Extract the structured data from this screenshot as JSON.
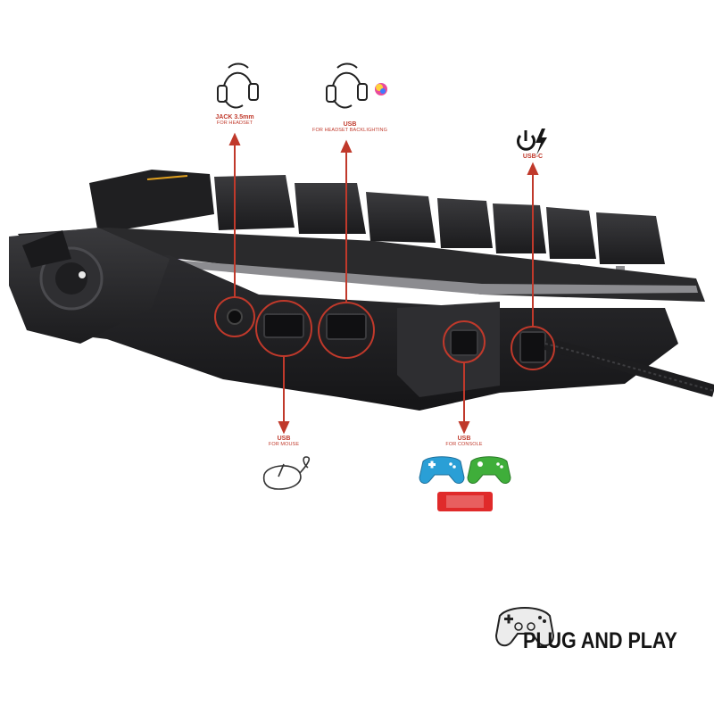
{
  "ports": {
    "jack": {
      "line1": "JACK 3.5mm",
      "line2": "FOR HEADSET"
    },
    "usb_headset": {
      "line1": "USB",
      "line2": "FOR HEADSET BACKLIGHTING"
    },
    "usb_c": {
      "line1": "USB-C"
    },
    "usb_mouse": {
      "line1": "USB",
      "line2": "FOR MOUSE"
    },
    "usb_console": {
      "line1": "USB",
      "line2": "FOR CONSOLE"
    }
  },
  "footer": {
    "text": "PLUG AND PLAY"
  },
  "colors": {
    "accent_red": "#c0392b",
    "controller_blue": "#2a9fd6",
    "controller_green": "#3fae3a",
    "switch_red": "#e02a2a",
    "device_body": "#2b2b2d"
  },
  "icons": [
    "headset-icon",
    "headset-rgb-icon",
    "power-bolt-icon",
    "mouse-icon",
    "blue-controller-icon",
    "green-controller-icon",
    "switch-console-icon",
    "gamepad-icon"
  ]
}
